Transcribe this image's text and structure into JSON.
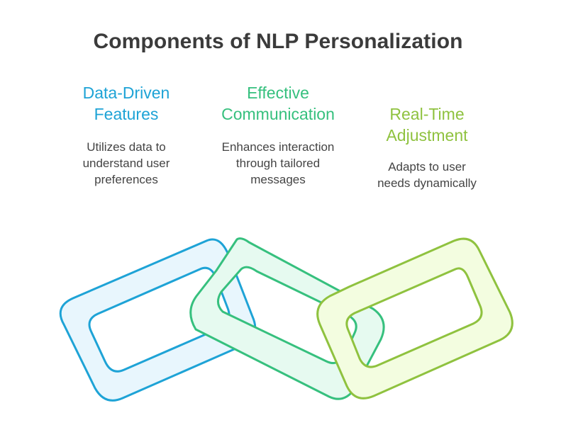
{
  "title": "Components of NLP Personalization",
  "components": [
    {
      "heading_lines": [
        "Data-Driven",
        "Features"
      ],
      "description_lines": [
        "Utilizes data to",
        "understand user",
        "preferences"
      ],
      "color": "#1ea3d6",
      "fill": "#e8f6fd"
    },
    {
      "heading_lines": [
        "Effective",
        "Communication"
      ],
      "description_lines": [
        "Enhances interaction",
        "through tailored",
        "messages"
      ],
      "color": "#36c07e",
      "fill": "#e6faf0"
    },
    {
      "heading_lines": [
        "Real-Time",
        "Adjustment"
      ],
      "description_lines": [
        "Adapts to user",
        "needs dynamically"
      ],
      "color": "#8fc23f",
      "fill": "#f3fde0"
    }
  ]
}
